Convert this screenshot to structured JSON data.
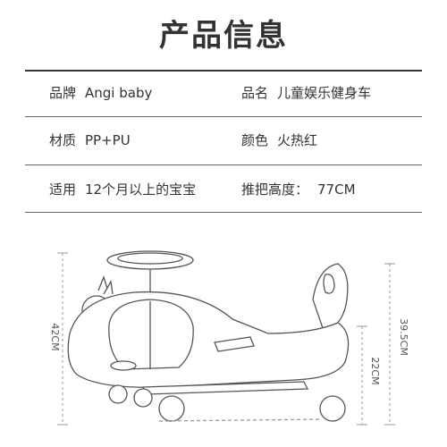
{
  "header": {
    "title": "产品信息"
  },
  "rows": [
    {
      "left_label": "品牌",
      "left_value": "Angi baby",
      "right_label": "品名",
      "right_value": "儿童娱乐健身车"
    },
    {
      "left_label": "材质",
      "left_value": "PP+PU",
      "right_label": "颜色",
      "right_value": "火热红"
    },
    {
      "left_label": "适用",
      "left_value": "12个月以上的宝宝",
      "right_label": "推把高度：",
      "right_value": "77CM"
    }
  ],
  "dimensions": {
    "overall_height": "42CM",
    "seat_back_height": "39.5CM",
    "seat_height": "22CM"
  },
  "colors": {
    "text": "#333333",
    "line": "#555555",
    "accent": "#d9d9d9"
  }
}
